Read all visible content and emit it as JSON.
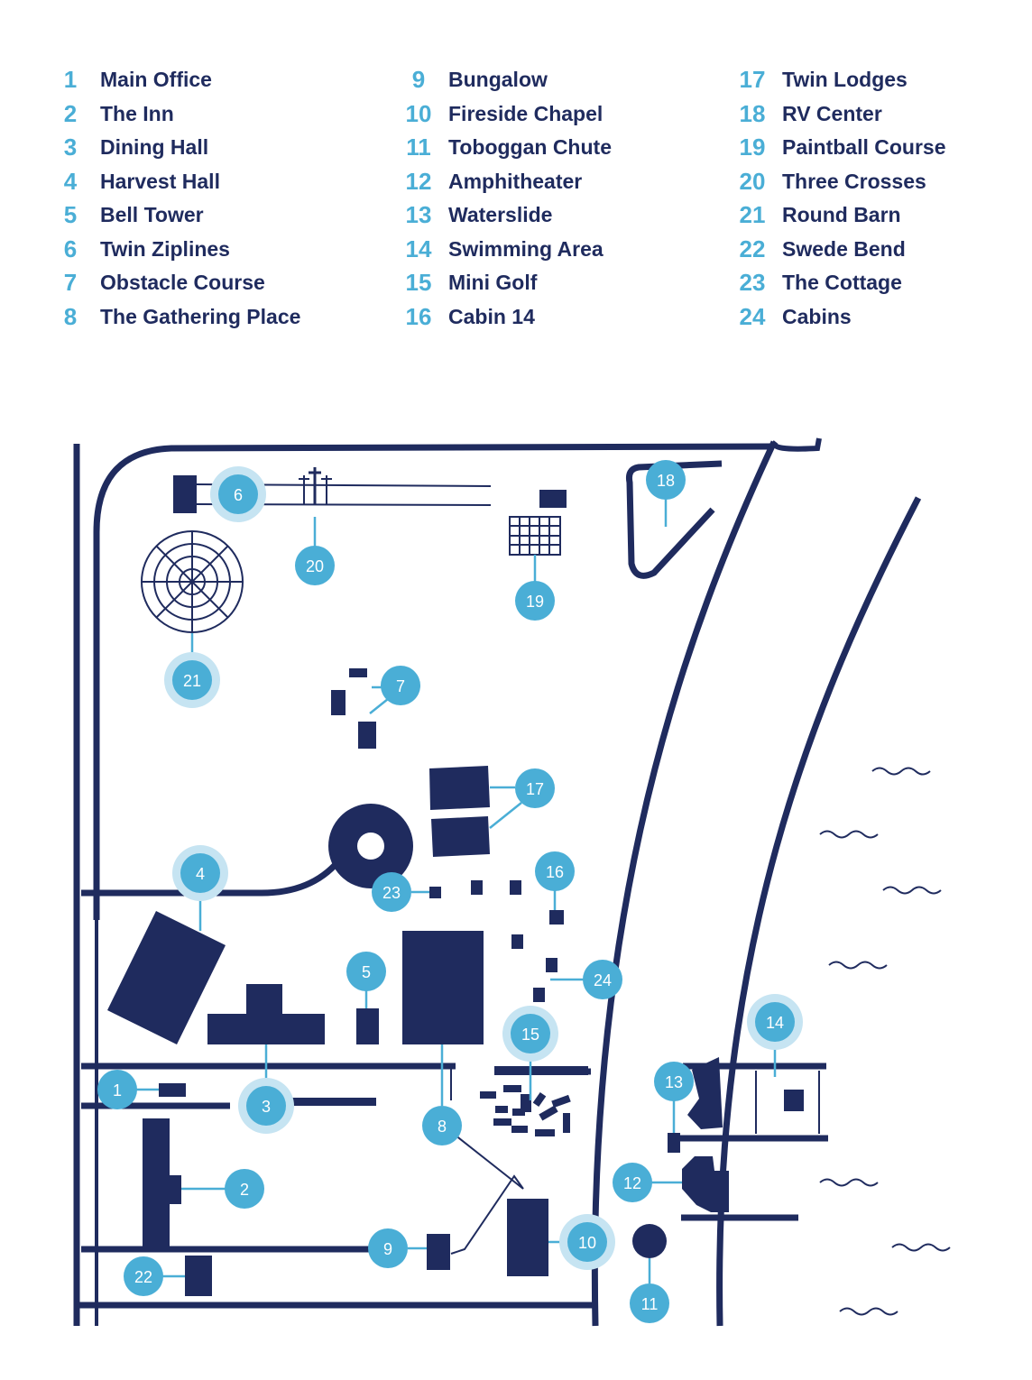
{
  "colors": {
    "navy": "#1f2b5e",
    "accent": "#4aaed6",
    "halo": "#c6e4f2",
    "background": "#ffffff"
  },
  "legend": [
    {
      "num": "1",
      "label": "Main Office"
    },
    {
      "num": "2",
      "label": "The Inn"
    },
    {
      "num": "3",
      "label": "Dining Hall"
    },
    {
      "num": "4",
      "label": "Harvest Hall"
    },
    {
      "num": "5",
      "label": "Bell Tower"
    },
    {
      "num": "6",
      "label": "Twin Ziplines"
    },
    {
      "num": "7",
      "label": "Obstacle Course"
    },
    {
      "num": "8",
      "label": "The Gathering Place"
    },
    {
      "num": "9",
      "label": "Bungalow"
    },
    {
      "num": "10",
      "label": "Fireside Chapel"
    },
    {
      "num": "11",
      "label": "Toboggan Chute"
    },
    {
      "num": "12",
      "label": "Amphitheater"
    },
    {
      "num": "13",
      "label": "Waterslide"
    },
    {
      "num": "14",
      "label": "Swimming Area"
    },
    {
      "num": "15",
      "label": "Mini Golf"
    },
    {
      "num": "16",
      "label": "Cabin 14"
    },
    {
      "num": "17",
      "label": "Twin Lodges"
    },
    {
      "num": "18",
      "label": "RV Center"
    },
    {
      "num": "19",
      "label": "Paintball Course"
    },
    {
      "num": "20",
      "label": "Three Crosses"
    },
    {
      "num": "21",
      "label": "Round Barn"
    },
    {
      "num": "22",
      "label": "Swede Bend"
    },
    {
      "num": "23",
      "label": "The Cottage"
    },
    {
      "num": "24",
      "label": "Cabins"
    }
  ],
  "map": {
    "markers": [
      "1",
      "2",
      "3",
      "4",
      "5",
      "6",
      "7",
      "8",
      "9",
      "10",
      "11",
      "12",
      "13",
      "14",
      "15",
      "16",
      "17",
      "18",
      "19",
      "20",
      "21",
      "22",
      "23",
      "24"
    ]
  }
}
